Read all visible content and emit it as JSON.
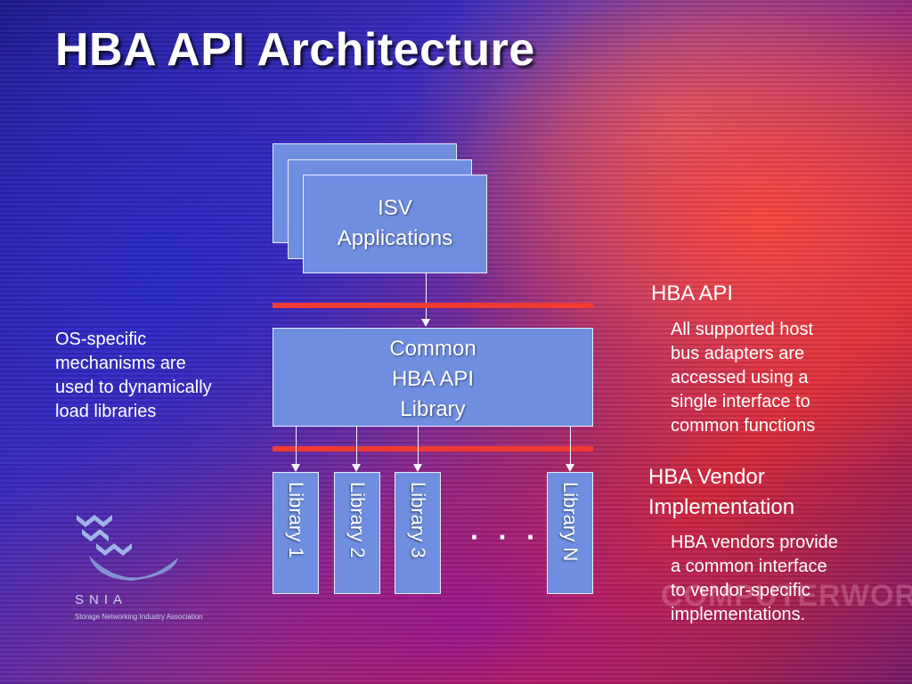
{
  "title": "HBA API Architecture",
  "isv_box": {
    "line1": "ISV",
    "line2": "Applications"
  },
  "common_box": {
    "line1": "Common",
    "line2": "HBA API",
    "line3": "Library"
  },
  "libraries": [
    "Library 1",
    "Library 2",
    "Library 3",
    "Library N"
  ],
  "ellipsis": "· · ·",
  "left_note": [
    "OS-specific",
    "mechanisms are",
    "used to dynamically",
    "load libraries"
  ],
  "hba_api": {
    "heading": "HBA API",
    "body": [
      "All supported host",
      "bus adapters are",
      "accessed using a",
      "single interface to",
      "common functions"
    ]
  },
  "vendor_impl": {
    "heading": [
      "HBA Vendor",
      "Implementation"
    ],
    "body": [
      "HBA vendors provide",
      "a common interface",
      "to vendor-specific",
      "implementations."
    ]
  },
  "logo": {
    "name": "SNIA",
    "subtitle": "Storage Networking Industry Association"
  },
  "watermark": "COMPUTERWORLD",
  "colors": {
    "box_fill": "#6f8ee0",
    "box_border": "#e8eefc",
    "divider": "#f03a32"
  }
}
